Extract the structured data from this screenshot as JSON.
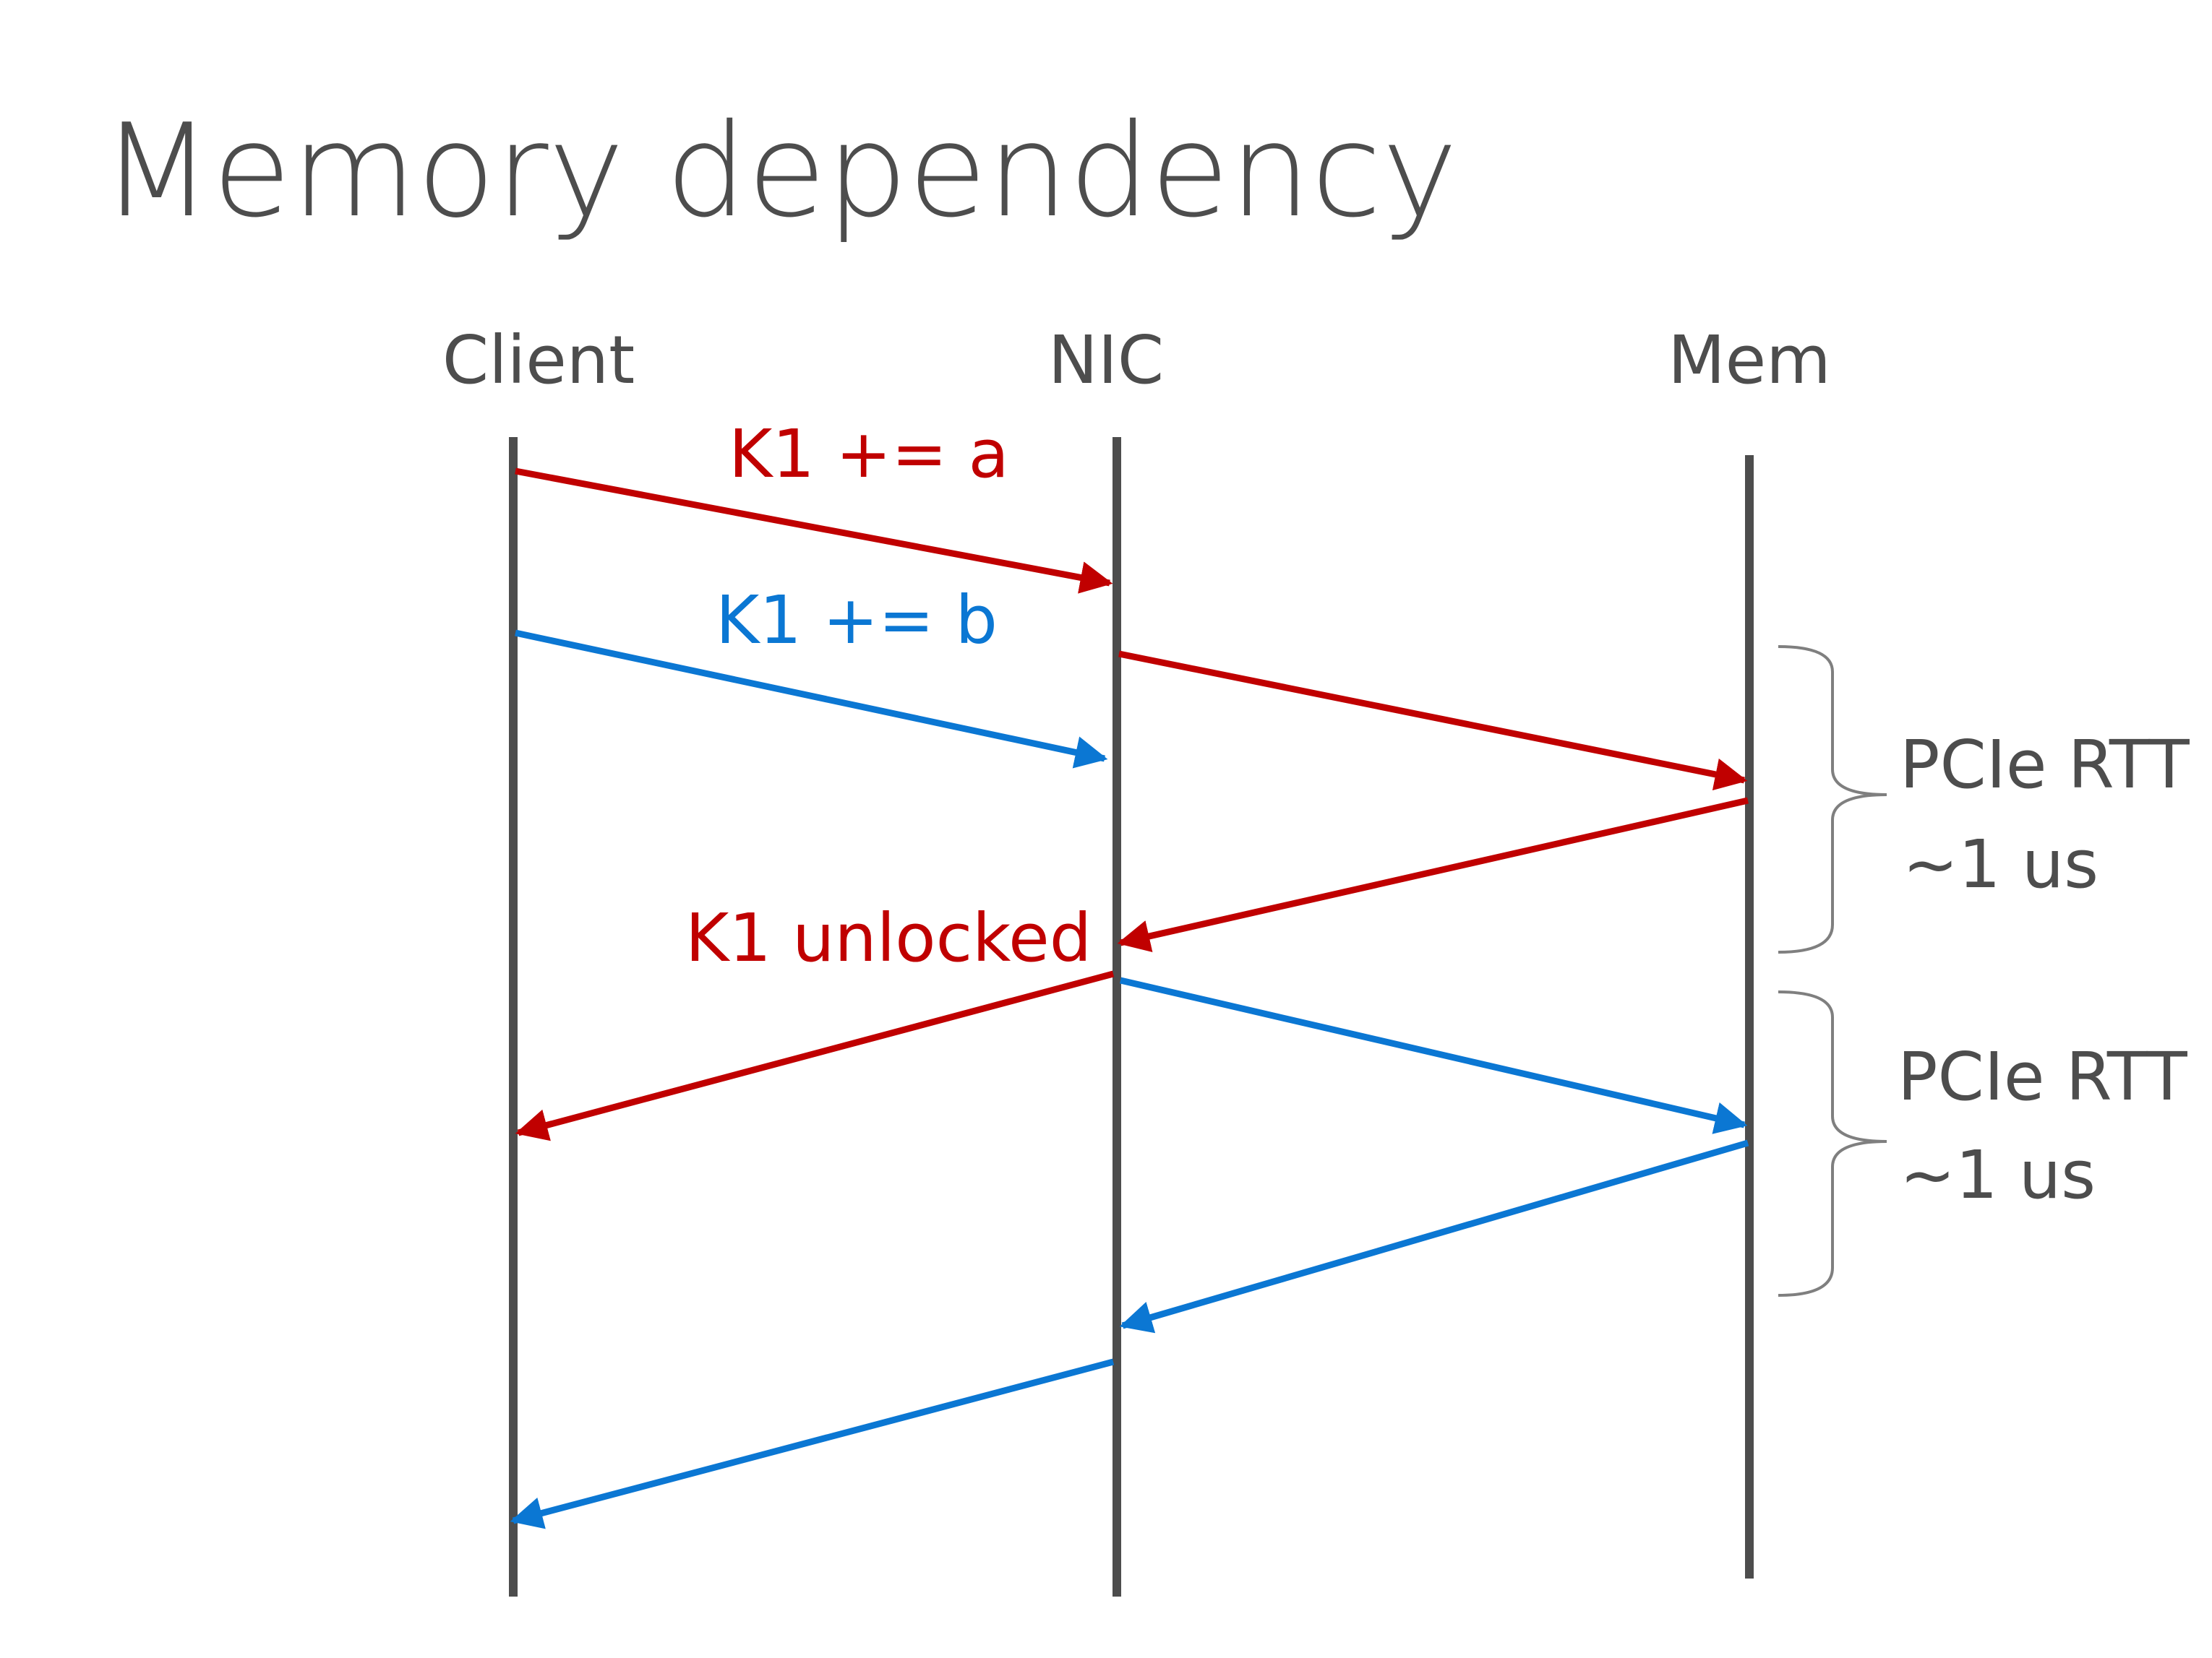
{
  "slide": {
    "title": "Memory dependency"
  },
  "lanes": {
    "client": "Client",
    "nic": "NIC",
    "mem": "Mem"
  },
  "messages": {
    "k1_add_a": "K1 += a",
    "k1_add_b": "K1 += b",
    "k1_unlocked": "K1 unlocked"
  },
  "annotations": [
    {
      "label": "PCIe RTT",
      "value": "~1 us"
    },
    {
      "label": "PCIe RTT",
      "value": "~1 us"
    }
  ],
  "colors": {
    "text": "#4d4d4d",
    "lifeline": "#4d4d4d",
    "red": "#c00000",
    "blue": "#0b77d3",
    "brace": "#7f7f7f"
  }
}
